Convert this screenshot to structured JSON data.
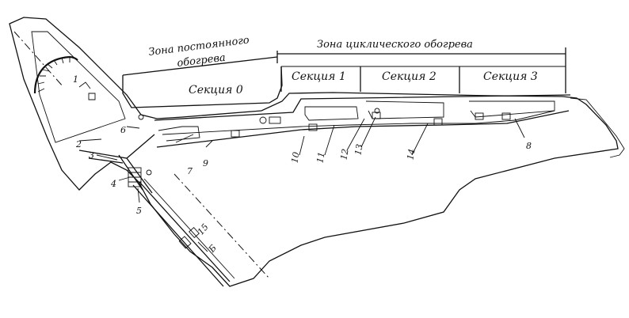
{
  "zones": {
    "constant": {
      "line1": "Зона постоянного",
      "line2": "обогрева"
    },
    "cyclic": "Зона циклического обогрева"
  },
  "sections": [
    "Секция 0",
    "Секция 1",
    "Секция 2",
    "Секция 3"
  ],
  "callouts": [
    "1",
    "2",
    "3",
    "4",
    "5",
    "6",
    "7",
    "8",
    "9",
    "10",
    "11",
    "12",
    "13",
    "14",
    "15",
    "Б"
  ]
}
